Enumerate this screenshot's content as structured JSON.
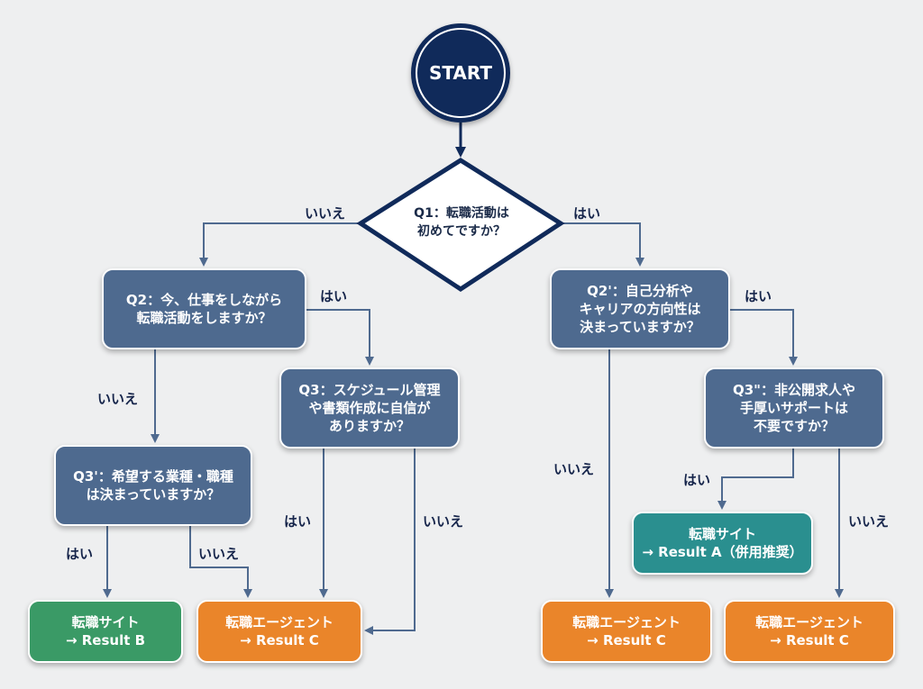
{
  "start": {
    "label": "START"
  },
  "q1": {
    "text": "Q1：転職活動は\n初めてですか？"
  },
  "questions": {
    "q2": "Q2：今、仕事をしながら\n転職活動をしますか？",
    "q2p": "Q2'：自己分析や\nキャリアの方向性は\n決まっていますか？",
    "q3": "Q3：スケジュール管理\nや書類作成に自信が\nありますか？",
    "q3p": "Q3'：希望する業種・職種\nは決まっていますか？",
    "q3pp": "Q3\"：非公開求人や\n手厚いサポートは\n不要ですか？"
  },
  "results": {
    "site_b": "転職サイト\n→ Result B",
    "agent_c1": "転職エージェント\n→ Result C",
    "site_a": "転職サイト\n→ Result A（併用推奨）",
    "agent_c2": "転職エージェント\n→ Result C",
    "agent_c3": "転職エージェント\n→ Result C"
  },
  "labels": {
    "q1_no": "いいえ",
    "q1_yes": "はい",
    "q2_yes": "はい",
    "q2_no": "いいえ",
    "q2p_yes": "はい",
    "q2p_no": "いいえ",
    "q3_yes": "はい",
    "q3_no": "いいえ",
    "q3p_yes": "はい",
    "q3p_no": "いいえ",
    "q3pp_yes": "はい",
    "q3pp_no": "いいえ"
  },
  "colors": {
    "question": "#4e6a8f",
    "start": "#102a5a",
    "result_site": "#3a9a66",
    "result_agent": "#ea852a",
    "result_site_combo": "#2a8f8f",
    "connector": "#4f6a8f"
  }
}
